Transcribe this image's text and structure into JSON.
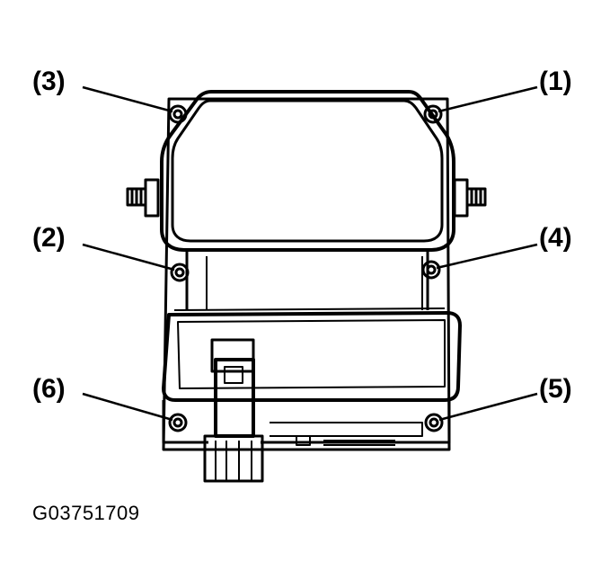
{
  "callouts": {
    "c1": "(1)",
    "c2": "(2)",
    "c3": "(3)",
    "c4": "(4)",
    "c5": "(5)",
    "c6": "(6)"
  },
  "figure_code": "G03751709",
  "colors": {
    "ink": "#000000",
    "paper": "#ffffff"
  },
  "icons": {
    "bolt": "bolt-icon",
    "connector": "connector-icon"
  }
}
